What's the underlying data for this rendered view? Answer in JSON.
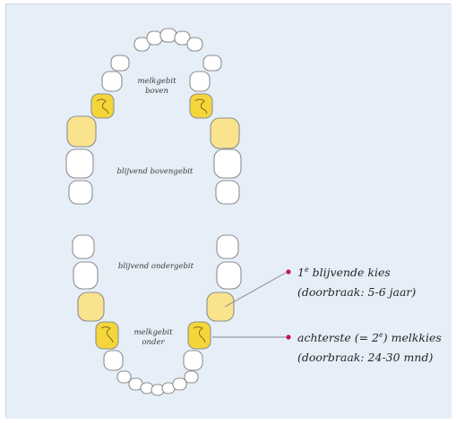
{
  "labels": {
    "upper_primary": [
      "melkgebit",
      "boven"
    ],
    "upper_permanent": "blijvend bovengebit",
    "lower_permanent": "blijvend ondergebit",
    "lower_primary": [
      "melkgebit",
      "onder"
    ]
  },
  "annotations": [
    {
      "line1": "1e blijvende kies",
      "line1_main": "1",
      "line1_sup": "e",
      "line1_rest": " blijvende kies",
      "line2": "(doorbraak: 5-6 jaar)"
    },
    {
      "line1_main": "achterste (= 2",
      "line1_sup": "e",
      "line1_rest": ") melkkies",
      "line2": "(doorbraak: 24-30 mnd)"
    }
  ],
  "colors": {
    "background": "#e6eef8",
    "frame_border": "#c7d6e8",
    "tooth_fill": "#ffffff",
    "tooth_outline": "#8f8f8f",
    "permanent_molar_highlight": "#f9e38d",
    "primary_molar_highlight": "#f5d63a",
    "callout_line": "#888888",
    "callout_dot": "#c0145a"
  }
}
